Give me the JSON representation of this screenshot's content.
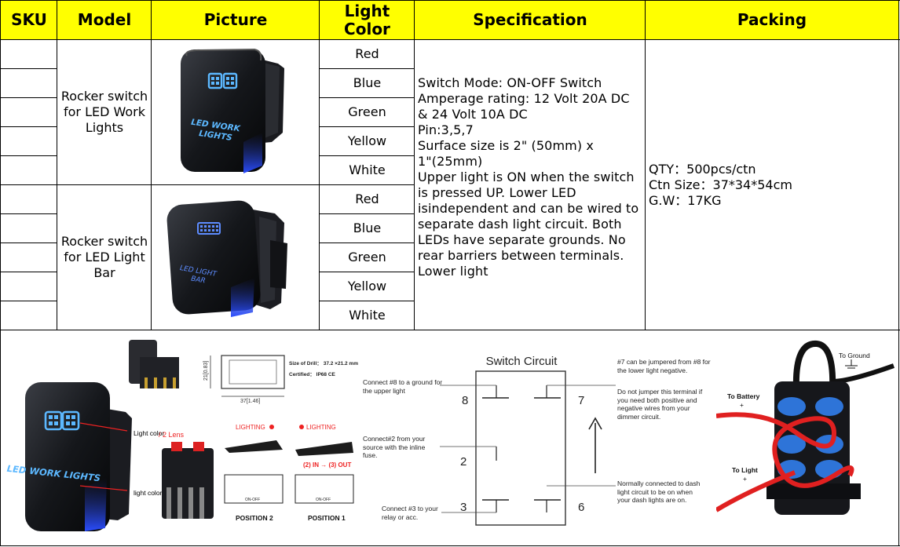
{
  "table": {
    "headers": {
      "sku": "SKU",
      "model": "Model",
      "picture": "Picture",
      "light_color": "Light Color",
      "specification": "Specification",
      "packing": "Packing"
    },
    "products": [
      {
        "model": "Rocker switch for LED Work Lights",
        "picture_label": "LED WORK LIGHTS",
        "colors": [
          "Red",
          "Blue",
          "Green",
          "Yellow",
          "White"
        ]
      },
      {
        "model": "Rocker switch for LED Light Bar",
        "picture_label": "LED LIGHT BAR",
        "colors": [
          "Red",
          "Blue",
          "Green",
          "Yellow",
          "White"
        ]
      }
    ],
    "specification_lines": [
      "Switch Mode: ON-OFF Switch",
      "Amperage rating:  12 Volt 20A DC",
      "& 24 Volt 10A DC",
      "Pin:3,5,7",
      "Surface size is 2\" (50mm) x",
      "1\"(25mm)",
      "Upper light is ON when the switch",
      "is pressed UP. Lower LED",
      "isindependent and can be wired to",
      "separate dash light circuit. Both",
      "LEDs have separate grounds. No",
      "rear barriers between terminals.",
      "Lower light"
    ],
    "packing_lines": [
      "QTY：500pcs/ctn",
      "Ctn Size：37*34*54cm",
      "G.W：17KG"
    ]
  },
  "diagram": {
    "big_switch_label": "LED WORK LIGHTS",
    "light_color_1": "Light color",
    "light_color_2": "light color",
    "lens": "/ 2 Lens",
    "drill_size": "Size of Drill： 37.2 ×21.2 mm",
    "certified": "Certified：  IP68   CE",
    "dim_height": "21[0.83]",
    "dim_width": "37[1.46]",
    "lighting_left": "LIGHTING",
    "lighting_right": "LIGHTING",
    "flow": "(2) IN → (3) OUT",
    "on_off": "ON-OFF",
    "position_2": "POSITION  2",
    "position_1": "POSITION  1",
    "circuit_title": "Switch Circuit",
    "pins": [
      "8",
      "7",
      "2",
      "3",
      "6"
    ],
    "note_8": "Connect #8 to a ground for the upper light",
    "note_2": "Connect#2 from your source with the inline fuse.",
    "note_3": "Connect #3 to your relay or acc.",
    "note_7a": "#7 can be jumpered from #8 for the lower light negative.",
    "note_7b": "Do not jumper this terminal if you need both positive and negative wires from your dimmer circuit.",
    "note_6": "Normally connected to dash light circuit to be on when your dash lights are on.",
    "to_ground": "To Ground",
    "to_battery": "To Battery",
    "to_light": "To Light",
    "plus": "+",
    "minus": "−"
  }
}
